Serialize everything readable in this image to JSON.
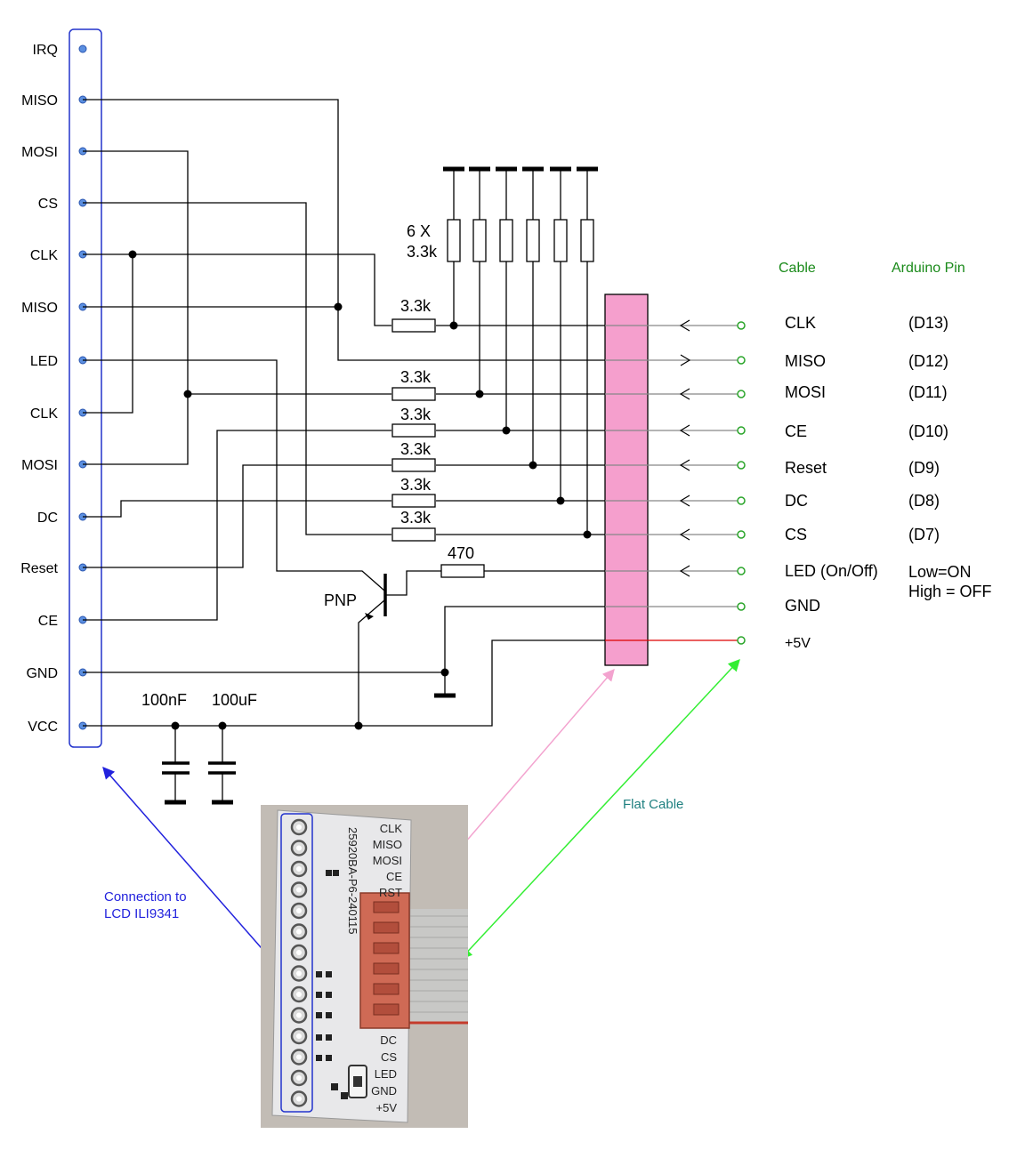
{
  "lcd_pins": [
    "IRQ",
    "MISO",
    "MOSI",
    "CS",
    "CLK",
    "MISO",
    "LED",
    "CLK",
    "MOSI",
    "DC",
    "Reset",
    "CE",
    "GND",
    "VCC"
  ],
  "resistors": {
    "pullup_label_line1": "6 X",
    "pullup_label_line2": "3.3k",
    "series": [
      "3.3k",
      "3.3k",
      "3.3k",
      "3.3k",
      "3.3k",
      "3.3k"
    ],
    "led": "470"
  },
  "transistor_label": "PNP",
  "capacitors": [
    "100nF",
    "100uF"
  ],
  "headers": {
    "cable": "Cable",
    "arduino": "Arduino Pin"
  },
  "cable_pins": [
    {
      "name": "CLK",
      "arduino": "(D13)"
    },
    {
      "name": "MISO",
      "arduino": "(D12)"
    },
    {
      "name": "MOSI",
      "arduino": "(D11)"
    },
    {
      "name": "CE",
      "arduino": "(D10)"
    },
    {
      "name": "Reset",
      "arduino": "(D9)"
    },
    {
      "name": "DC",
      "arduino": "(D8)"
    },
    {
      "name": "CS",
      "arduino": "(D7)"
    },
    {
      "name": "LED (On/Off)",
      "arduino": ""
    },
    {
      "name": "GND",
      "arduino": ""
    },
    {
      "name": "+5V",
      "arduino": ""
    }
  ],
  "led_note_line1": "Low=ON",
  "led_note_line2": "High = OFF",
  "annotations": {
    "lcd_line1": "Connection to",
    "lcd_line2": "LCD ILI9341",
    "flat_cable": "Flat Cable"
  },
  "pcb_labels_top": [
    "CLK",
    "MISO",
    "MOSI",
    "CE",
    "RST"
  ],
  "pcb_labels_bottom": [
    "DC",
    "CS",
    "LED",
    "GND",
    "+5V"
  ],
  "pcb_vertical_text": "25920BA-P6-240115",
  "colors": {
    "connector_fill": "#f59fcd",
    "pin_blue": "#5b8fe0",
    "pin_green": "#2aa52a",
    "box_blue": "#2233cc",
    "arrow_blue": "#2222dd",
    "arrow_pink": "#f3a3cf",
    "arrow_green": "#33ee33",
    "wire_red": "#dd0000"
  }
}
